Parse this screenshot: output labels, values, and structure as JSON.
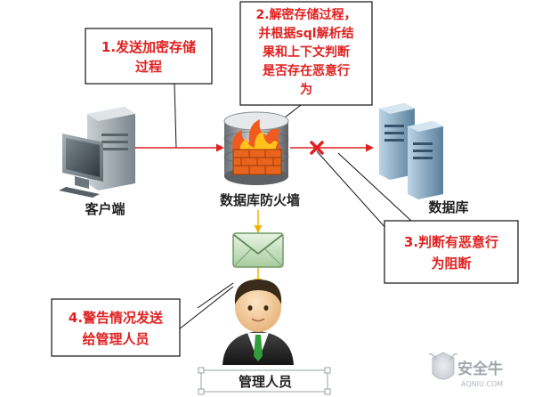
{
  "callouts": {
    "step1": [
      "1.发送加密存储",
      "过程"
    ],
    "step2": [
      "2.解密存储过程，",
      "并根据sql解析结",
      "果和上下文判断",
      "是否存在恶意行",
      "为"
    ],
    "step3": [
      "3.判断有恶意行",
      "为阻断"
    ],
    "step4": [
      "4.警告情况发送",
      "给管理人员"
    ]
  },
  "nodes": {
    "client": "客户端",
    "firewall": "数据库防火墙",
    "database": "数据库",
    "admin": "管理人员"
  },
  "watermark": {
    "name": "安全牛",
    "domain": "AQNIU.COM"
  },
  "colors": {
    "callout_text": "#e02020",
    "arrow_red": "#e02020",
    "arrow_yellow": "#f0b400",
    "block_mark": "#e02020"
  }
}
